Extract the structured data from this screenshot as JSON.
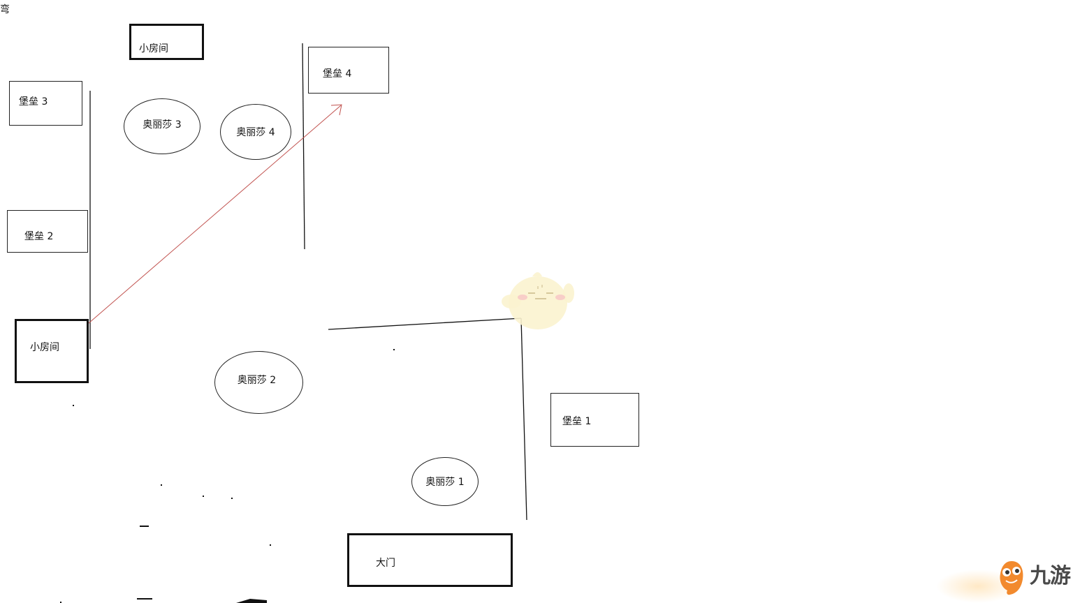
{
  "corner_label": "弯",
  "boxes": {
    "small_room_top": "小房间",
    "bastion_4": "堡垒 4",
    "bastion_3": "堡垒 3",
    "bastion_2": "堡垒 2",
    "small_room_left": "小房间",
    "bastion_1": "堡垒 1",
    "main_gate": "大门"
  },
  "nodes": {
    "olisa_3": "奥丽莎 3",
    "olisa_4": "奥丽莎 4",
    "olisa_2": "奥丽莎 2",
    "olisa_1": "奥丽莎 1"
  },
  "watermark": {
    "brand": "九游",
    "mascot_icon": "mascot-icon"
  },
  "colors": {
    "route_arrow": "#c0504d",
    "wall": "#111111"
  }
}
